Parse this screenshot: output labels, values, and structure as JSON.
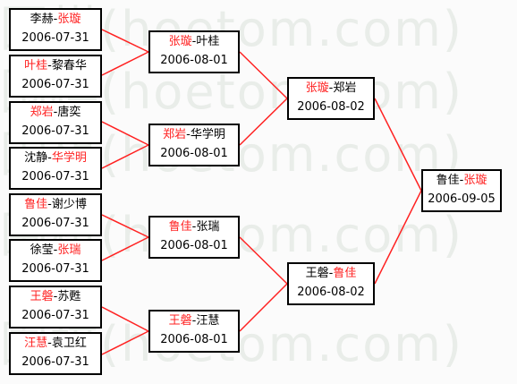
{
  "watermark": [
    "围棋(hoetom.com)",
    "围棋(hoetom.com)",
    "围棋(hoetom.com)",
    "围棋(hoetom.com)",
    "围棋(hoetom.com)"
  ],
  "colors": {
    "winner": "#ff2222",
    "line": "#ff2222",
    "text": "#000000"
  },
  "round1": [
    {
      "p1": "李赫",
      "sep": "-",
      "p2": "张璇",
      "winner": 2,
      "date": "2006-07-31"
    },
    {
      "p1": "叶桂",
      "sep": "-",
      "p2": "黎春华",
      "winner": 1,
      "date": "2006-07-31"
    },
    {
      "p1": "郑岩",
      "sep": "-",
      "p2": "唐奕",
      "winner": 1,
      "date": "2006-07-31"
    },
    {
      "p1": "沈静",
      "sep": "-",
      "p2": "华学明",
      "winner": 2,
      "date": "2006-07-31"
    },
    {
      "p1": "鲁佳",
      "sep": "-",
      "p2": "谢少博",
      "winner": 1,
      "date": "2006-07-31"
    },
    {
      "p1": "徐莹",
      "sep": "-",
      "p2": "张瑞",
      "winner": 2,
      "date": "2006-07-31"
    },
    {
      "p1": "王磐",
      "sep": "-",
      "p2": "苏甦",
      "winner": 1,
      "date": "2006-07-31"
    },
    {
      "p1": "汪慧",
      "sep": "-",
      "p2": "袁卫红",
      "winner": 1,
      "date": "2006-07-31"
    }
  ],
  "round2": [
    {
      "p1": "张璇",
      "sep": "-",
      "p2": "叶桂",
      "winner": 1,
      "date": "2006-08-01"
    },
    {
      "p1": "郑岩",
      "sep": "-",
      "p2": "华学明",
      "winner": 1,
      "date": "2006-08-01"
    },
    {
      "p1": "鲁佳",
      "sep": "-",
      "p2": "张瑞",
      "winner": 1,
      "date": "2006-08-01"
    },
    {
      "p1": "王磐",
      "sep": "-",
      "p2": "汪慧",
      "winner": 1,
      "date": "2006-08-01"
    }
  ],
  "round3": [
    {
      "p1": "张璇",
      "sep": "-",
      "p2": "郑岩",
      "winner": 1,
      "date": "2006-08-02"
    },
    {
      "p1": "王磐",
      "sep": "-",
      "p2": "鲁佳",
      "winner": 2,
      "date": "2006-08-02"
    }
  ],
  "final": [
    {
      "p1": "鲁佳",
      "sep": "-",
      "p2": "张璇",
      "winner": 2,
      "date": "2006-09-05"
    }
  ]
}
